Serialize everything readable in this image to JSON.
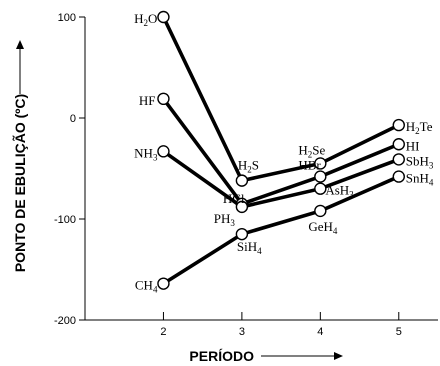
{
  "chart_data": {
    "type": "line",
    "xlabel": "PERÍODO",
    "ylabel": "PONTO DE EBULIÇÃO (ºC)",
    "x_ticks": [
      "2",
      "3",
      "4",
      "5"
    ],
    "y_ticks": [
      "100",
      "0",
      "-100",
      "-200"
    ],
    "xlim": [
      1,
      5.5
    ],
    "ylim": [
      -200,
      100
    ],
    "grid": false,
    "series": [
      {
        "points": [
          {
            "x": 2,
            "y": 100,
            "label": [
              "H",
              "2",
              "O"
            ]
          },
          {
            "x": 3,
            "y": -62,
            "label": [
              "H",
              "2",
              "S"
            ]
          },
          {
            "x": 4,
            "y": -45,
            "label": [
              "H",
              "2",
              "Se"
            ]
          },
          {
            "x": 5,
            "y": -7,
            "label": [
              "H",
              "2",
              "Te"
            ]
          }
        ]
      },
      {
        "points": [
          {
            "x": 2,
            "y": 19,
            "label": [
              "HF"
            ]
          },
          {
            "x": 3,
            "y": -85,
            "label": [
              "HCl"
            ]
          },
          {
            "x": 4,
            "y": -58,
            "label": [
              "HBr"
            ]
          },
          {
            "x": 5,
            "y": -26,
            "label": [
              "HI"
            ]
          }
        ]
      },
      {
        "points": [
          {
            "x": 2,
            "y": -33,
            "label": [
              "NH",
              "3",
              ""
            ]
          },
          {
            "x": 3,
            "y": -88,
            "label": [
              "PH",
              "3",
              ""
            ]
          },
          {
            "x": 4,
            "y": -70,
            "label": [
              "AsH",
              "3",
              ""
            ]
          },
          {
            "x": 5,
            "y": -41,
            "label": [
              "SbH",
              "3",
              ""
            ]
          }
        ]
      },
      {
        "points": [
          {
            "x": 2,
            "y": -164,
            "label": [
              "CH",
              "4",
              ""
            ]
          },
          {
            "x": 3,
            "y": -115,
            "label": [
              "SiH",
              "4",
              ""
            ]
          },
          {
            "x": 4,
            "y": -92,
            "label": [
              "GeH",
              "4",
              ""
            ]
          },
          {
            "x": 5,
            "y": -58,
            "label": [
              "SnH",
              "4",
              ""
            ]
          }
        ]
      }
    ]
  }
}
